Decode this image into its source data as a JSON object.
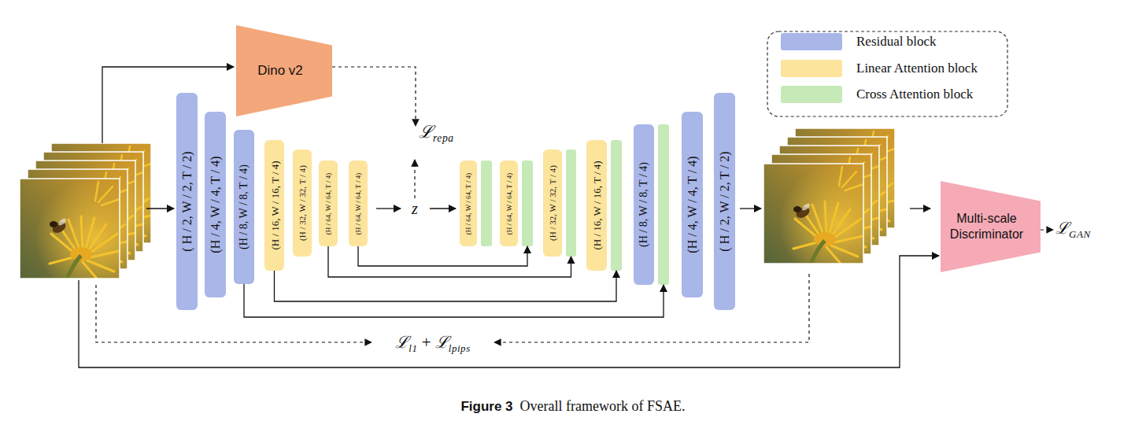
{
  "diagram": {
    "caption": "Figure 3  Overall framework of FSAE.",
    "nodes": [
      {
        "text": [
          "Dino v2"
        ]
      },
      {
        "text": [
          "( H / 2, W / 2, T / 2)"
        ]
      },
      {
        "text": [
          "(H / 4, W / 4, T / 4)"
        ]
      },
      {
        "text": [
          "(H / 8, W / 8, T / 4)"
        ]
      },
      {
        "text": [
          "(H / 16, W / 16, T / 4)"
        ]
      },
      {
        "text": [
          "(H / 32, W / 32, T / 4)"
        ]
      },
      {
        "text": [
          "(H / 64, W / 64, T / 4)"
        ]
      },
      {
        "text": [
          "(H / 64, W / 64, T / 4)"
        ]
      },
      {
        "text": [
          "(H / 64, W / 64, T / 4)"
        ]
      },
      {
        "text": [
          "(H / 64, W / 64, T / 4)"
        ]
      },
      {
        "text": [
          "(H / 32, W / 32, T / 4)"
        ]
      },
      {
        "text": [
          "(H / 16, W / 16, T / 4)"
        ]
      },
      {
        "text": [
          "(H / 8, W / 8, T / 4)"
        ]
      },
      {
        "text": [
          "(H / 4, W / 4, T / 4)"
        ]
      },
      {
        "text": [
          "( H / 2, W / 2, T / 2)"
        ]
      },
      {
        "text": [
          "Multi-scale Discriminator"
        ]
      }
    ],
    "edges": [
      {
        "from": 7,
        "to": 9,
        "arrow": "to"
      },
      {
        "from": 6,
        "to": 10,
        "arrow": "to"
      },
      {
        "from": 4,
        "to": 11,
        "arrow": "to"
      },
      {
        "from": 3,
        "to": 12,
        "arrow": "to"
      }
    ],
    "labels": [
      "ℒrepa",
      "z",
      "ℒl1 + ℒlpips",
      "ℒGAN"
    ],
    "legend": [
      {
        "text": "Residual block",
        "color": "#a9b6e8"
      },
      {
        "text": "Linear Attention block",
        "color": "#fce49c"
      },
      {
        "text": "Cross Attention block",
        "color": "#c6e9b8"
      }
    ]
  }
}
